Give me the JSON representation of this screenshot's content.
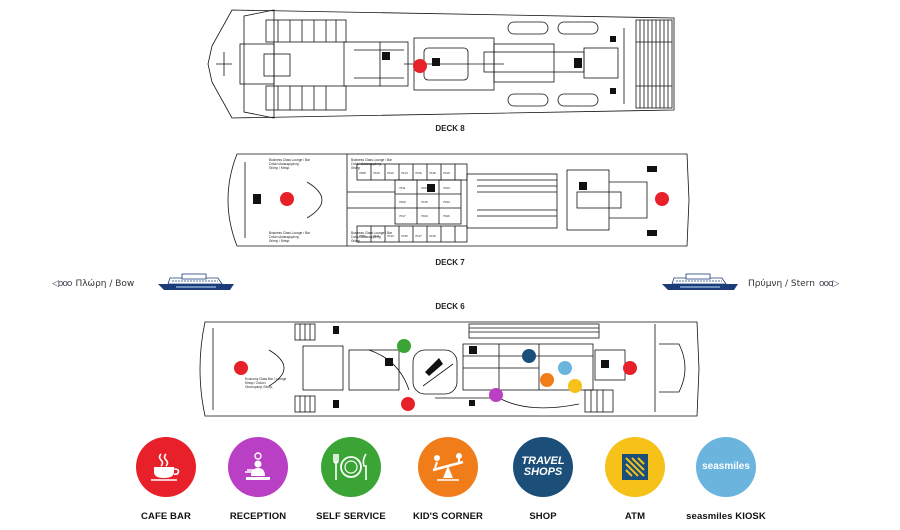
{
  "decks": {
    "deck8": {
      "label": "DECK 8"
    },
    "deck7": {
      "label": "DECK 7"
    },
    "deck6": {
      "label": "DECK 6"
    }
  },
  "deck7_notes": {
    "top_left": [
      "Business Class Lounge / Bar",
      "Σαλόνι Διακεκριμένης",
      "Θέσης / Μπαρ"
    ],
    "top_mid": [
      "Business Class Lounge / Bar",
      "Σαλόνι Διακεκριμένης",
      "Θέσης"
    ],
    "bottom_left": [
      "Business Class Lounge / Bar",
      "Σαλόνι Διακεκριμένης",
      "Θέσης / Μπαρ"
    ],
    "bottom_mid": [
      "Business Class Lounge / Bar",
      "Σαλόνι Διακεκριμένης",
      "Θέσης"
    ],
    "cabins_top": [
      "7008",
      "7010",
      "7012",
      "7014",
      "7016",
      "7018",
      "7019"
    ],
    "cabins_mid": [
      "7011",
      "7027",
      "7023",
      "7029",
      "7015",
      "7033",
      "7017",
      "7024",
      "7026"
    ],
    "cabins_bottom": [
      "7009",
      "7011",
      "7013",
      "7015",
      "7017",
      "7019"
    ]
  },
  "deck6_notes": {
    "lounge": [
      "Economy Class Bar / Lounge",
      "Μπαρ / Σαλόνι",
      "Οικονομικής Θέσης"
    ]
  },
  "directions": {
    "bow": {
      "circles": "◁ooo",
      "text": "Πλώρη / Bow"
    },
    "stern": {
      "circles": "ooo▷",
      "text": "Πρύμνη / Stern"
    }
  },
  "legend": [
    {
      "id": "cafe",
      "label": "CAFE BAR",
      "color": "#e8202a",
      "icon": "coffee-cup-icon"
    },
    {
      "id": "reception",
      "label": "RECEPTION",
      "color": "#b93fc4",
      "icon": "reception-bell-icon"
    },
    {
      "id": "self",
      "label": "SELF SERVICE",
      "color": "#3aa534",
      "icon": "cutlery-plate-icon"
    },
    {
      "id": "kids",
      "label": "KID'S CORNER",
      "color": "#f07d1a",
      "icon": "seesaw-icon"
    },
    {
      "id": "shop",
      "label": "SHOP",
      "color": "#1b4e78",
      "icon": "travel-shops-icon",
      "logo_lines": [
        "TRAVEL",
        "SHOPS"
      ]
    },
    {
      "id": "atm",
      "label": "ATM",
      "color": "#f6c21a",
      "icon": "atm-icon"
    },
    {
      "id": "kiosk",
      "label": "seasmiles KIOSK",
      "color": "#6ab4de",
      "icon": "seasmiles-icon",
      "logo_lines": [
        "seasmiles"
      ]
    }
  ]
}
